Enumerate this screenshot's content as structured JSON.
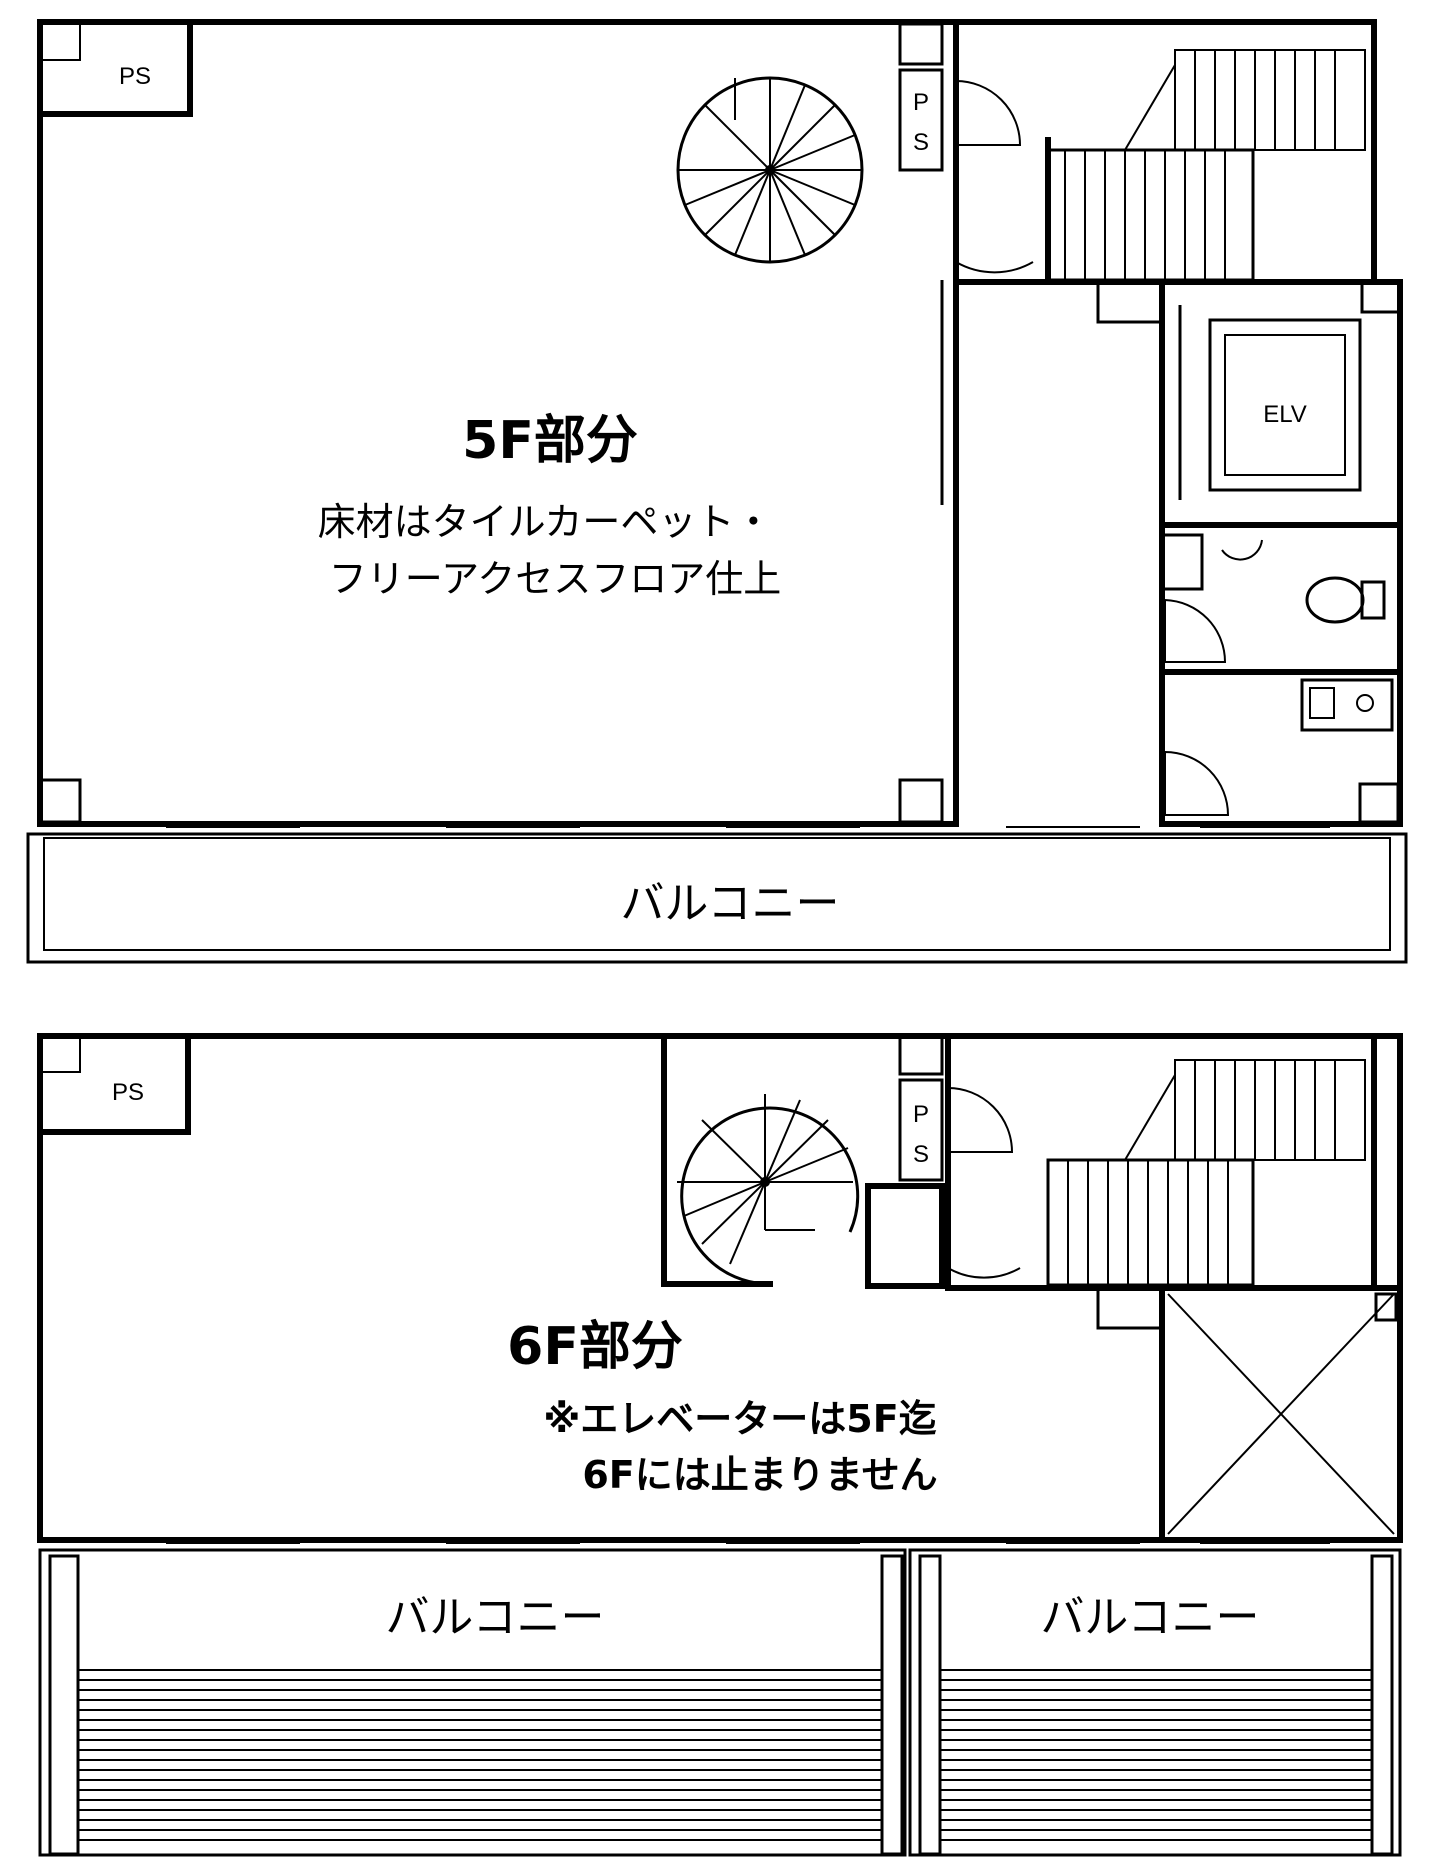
{
  "floor5": {
    "title": "5F部分",
    "note_line1": "床材はタイルカーペット・",
    "note_line2": "フリーアクセスフロア仕上",
    "ps_label": "PS",
    "ps_vertical_top": "P",
    "ps_vertical_bottom": "S",
    "elv_label": "ELV",
    "balcony_label": "バルコニー"
  },
  "floor6": {
    "title": "6F部分",
    "note_line1": "※エレベーターは5F迄",
    "note_line2": "6Fには止まりません",
    "ps_label": "PS",
    "ps_vertical_top": "P",
    "ps_vertical_bottom": "S",
    "balcony_left_label": "バルコニー",
    "balcony_right_label": "バルコニー"
  }
}
